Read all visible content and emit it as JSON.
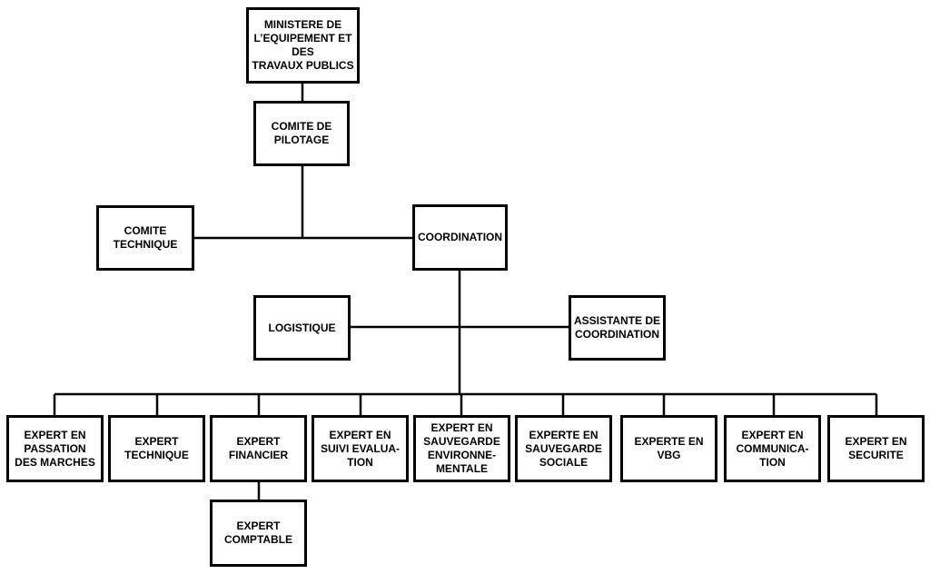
{
  "nodes": {
    "ministere": "MINISTERE DE\nL’EQUIPEMENT ET\nDES\nTRAVAUX PUBLICS",
    "comite_pilotage": "COMITE DE\nPILOTAGE",
    "comite_technique": "COMITE\nTECHNIQUE",
    "coordination": "COORDINATION",
    "logistique": "LOGISTIQUE",
    "assistante": "ASSISTANTE DE\nCOORDINATION",
    "expert_passation": "EXPERT EN\nPASSATION\nDES MARCHES",
    "expert_technique": "EXPERT\nTECHNIQUE",
    "expert_financier": "EXPERT\nFINANCIER",
    "expert_suivi": "EXPERT EN\nSUIVI EVALUA-\nTION",
    "expert_env": "EXPERT EN\nSAUVEGARDE\nENVIRONNE-\nMENTALE",
    "experte_sociale": "EXPERTE EN\nSAUVEGARDE\nSOCIALE",
    "experte_vbg": "EXPERTE EN\nVBG",
    "expert_communication": "EXPERT EN\nCOMMUNICA-\nTION",
    "expert_securite": "EXPERT EN\nSECURITE",
    "expert_comptable": "EXPERT\nCOMPTABLE"
  }
}
